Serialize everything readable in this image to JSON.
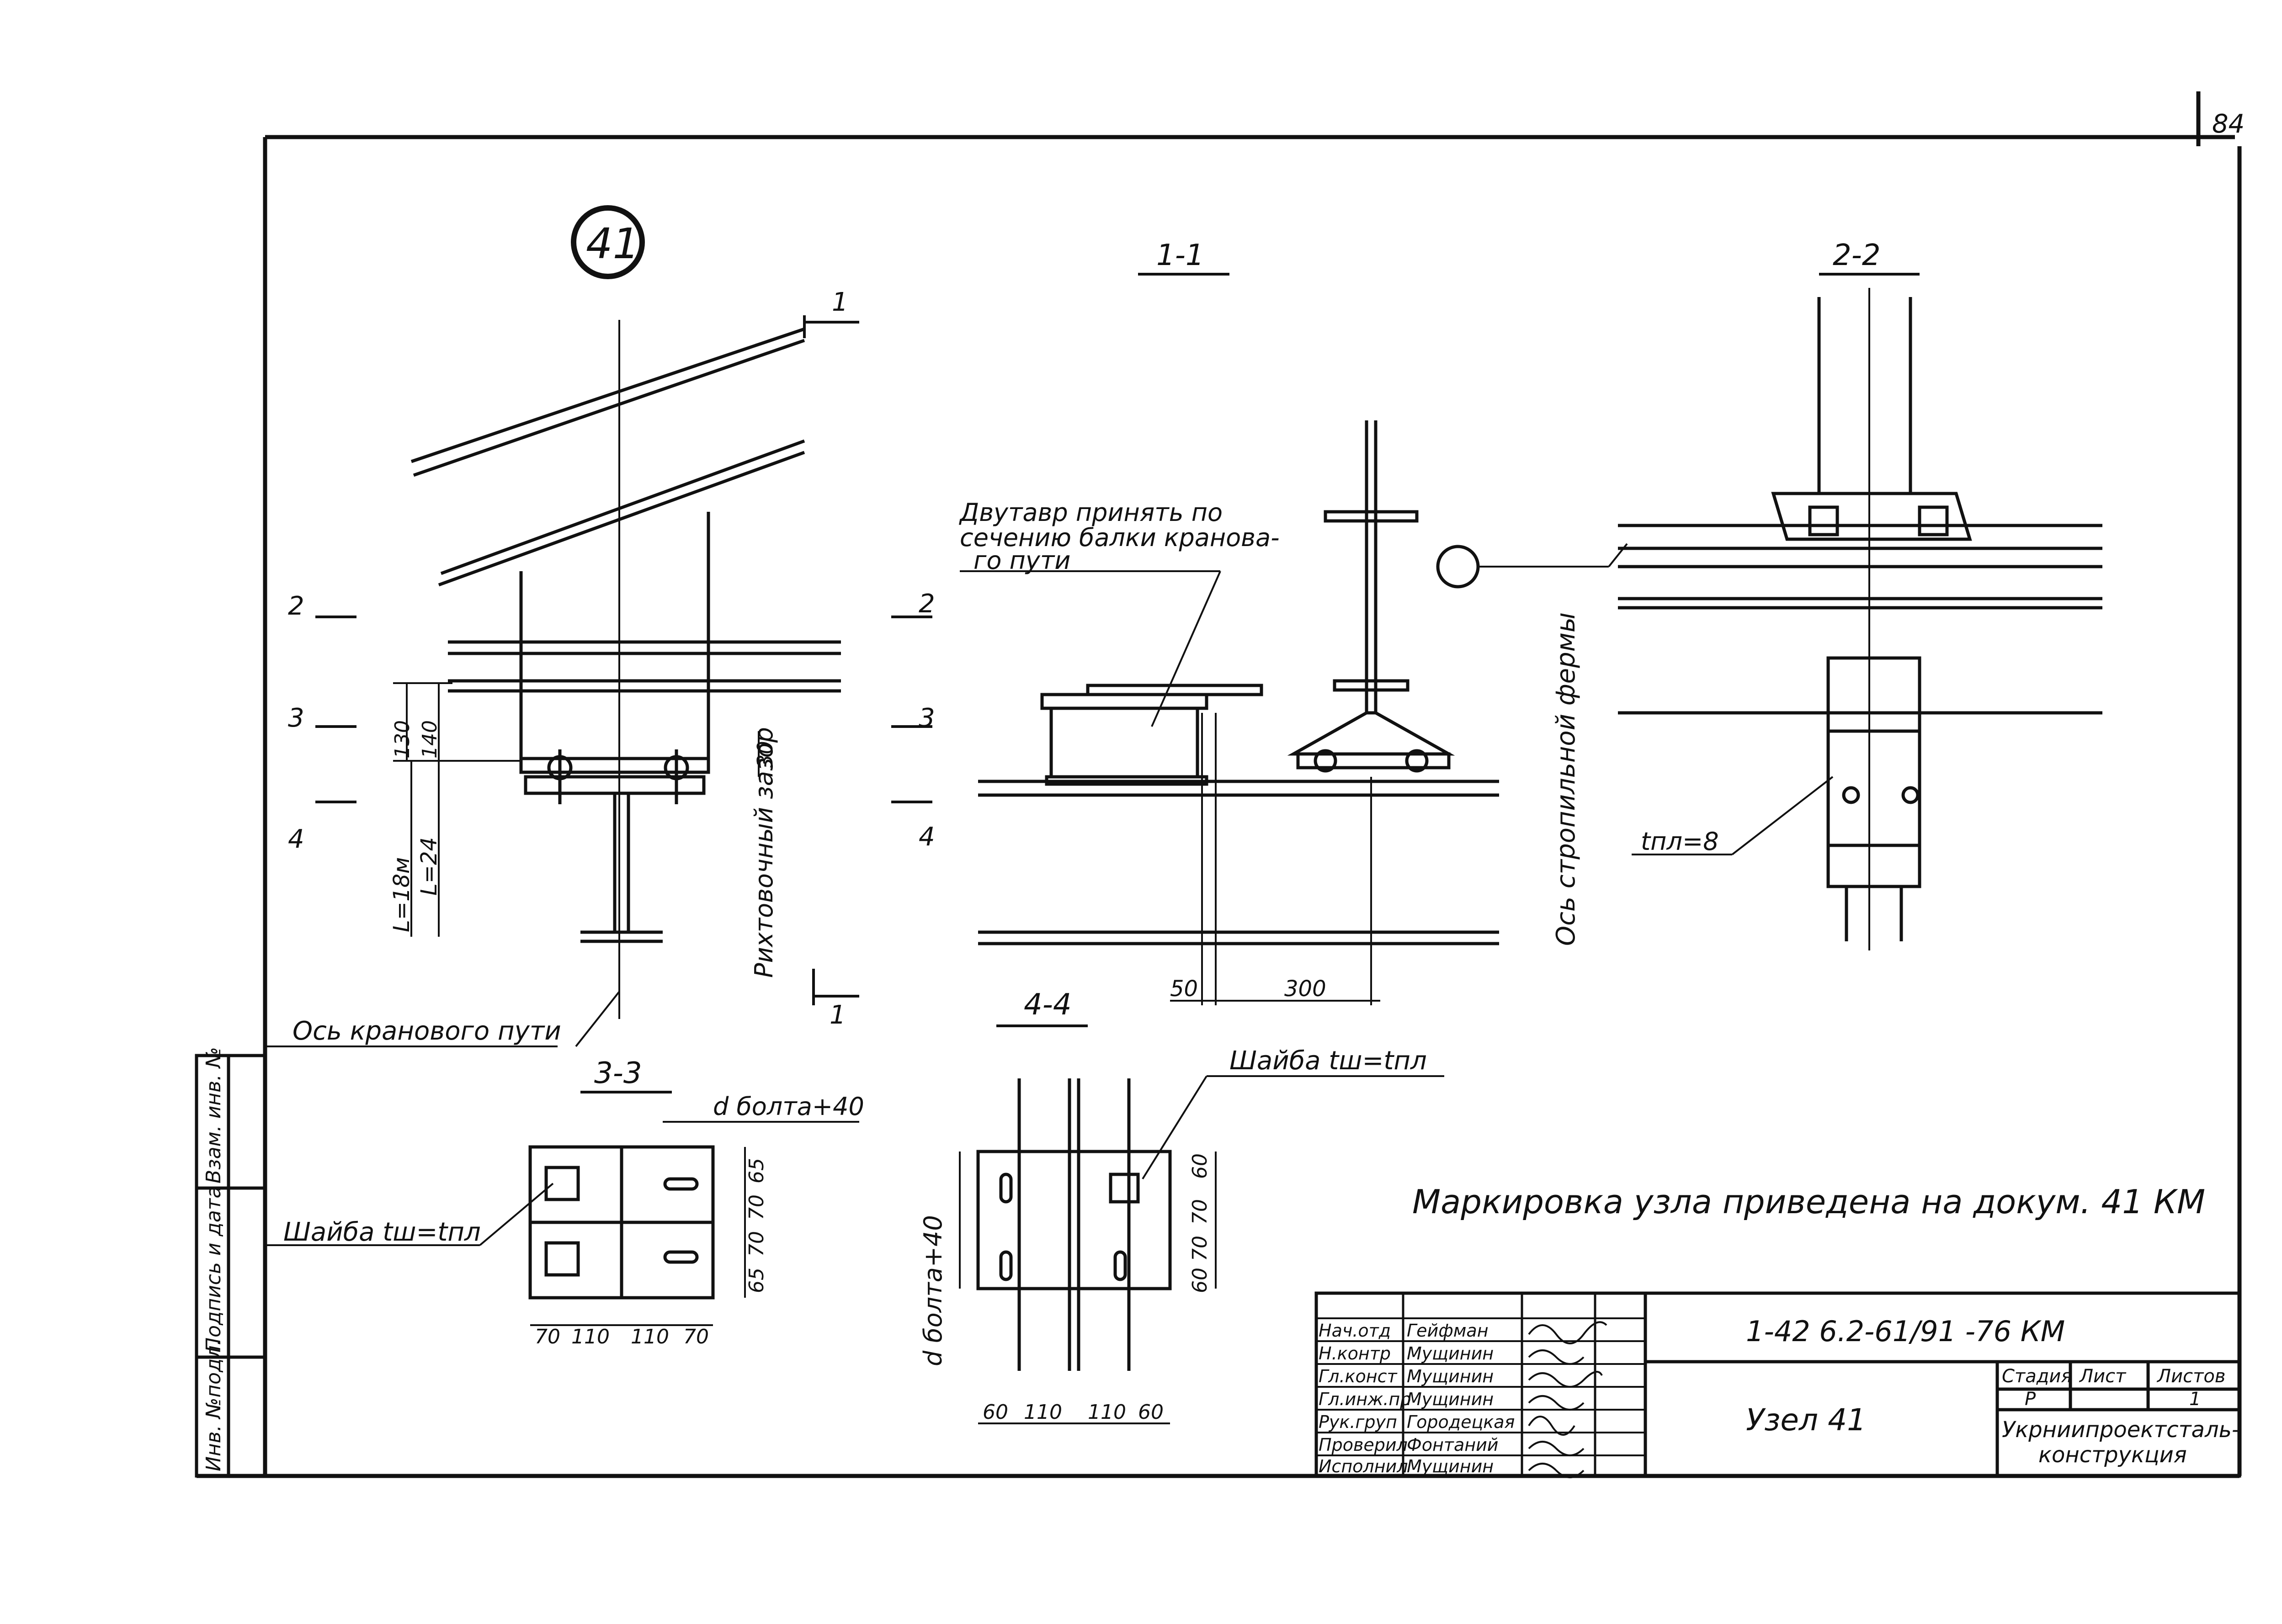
{
  "page_number": "84",
  "node": {
    "number": "41",
    "section_titles": [
      "1-1",
      "2-2",
      "3-3",
      "4-4"
    ],
    "cut_marks": [
      "1",
      "1",
      "2",
      "2",
      "3",
      "3",
      "4",
      "4"
    ]
  },
  "view_main": {
    "dims": [
      "130",
      "140",
      "L=18м",
      "L=24"
    ],
    "gap_label": "Рихтовочный зазор",
    "gap_value": "30",
    "axis_label": "Ось кранового пути"
  },
  "view_1_1": {
    "note_lines": [
      "Двутавр принять по",
      "сечению балки кранова-",
      "го пути"
    ],
    "dims": [
      "50",
      "300"
    ]
  },
  "view_2_2": {
    "axis_label": "Ось стропильной фермы",
    "plate_label": "tпл=8"
  },
  "view_3_3": {
    "bolt_label": "d болта+40",
    "washer_label": "Шайба tш=tпл",
    "dims_h": [
      "70",
      "110",
      "110",
      "70"
    ],
    "dims_v": [
      "65",
      "70",
      "70",
      "65"
    ]
  },
  "view_4_4": {
    "bolt_label": "d болта+40",
    "washer_label": "Шайба tш=tпл",
    "dims_h": [
      "60",
      "110",
      "110",
      "60"
    ],
    "dims_v": [
      "60",
      "70",
      "70",
      "60"
    ]
  },
  "note": "Маркировка узла приведена на докум. 41 КМ",
  "side_stamp": [
    "Инв. №подл.",
    "Подпись и дата",
    "Взам. инв. №"
  ],
  "title_block": {
    "doc_code": "1-42 6.2-61/91 -76 КМ",
    "title": "Узел 41",
    "col_stage": "Стадия",
    "col_sheet": "Лист",
    "col_sheets": "Листов",
    "stage": "Р",
    "sheets": "1",
    "org_lines": [
      "Укрниипроектсталь-",
      "конструкция"
    ],
    "signatures": [
      {
        "role": "Нач.отд",
        "name": "Гейфман"
      },
      {
        "role": "Н.контр",
        "name": "Мущинин"
      },
      {
        "role": "Гл.конст",
        "name": "Мущинин"
      },
      {
        "role": "Гл.инж.пр",
        "name": "Мущинин"
      },
      {
        "role": "Рук.груп",
        "name": "Городецкая"
      },
      {
        "role": "Проверил",
        "name": "Фонтаний"
      },
      {
        "role": "Исполнил",
        "name": "Мущинин"
      }
    ]
  }
}
